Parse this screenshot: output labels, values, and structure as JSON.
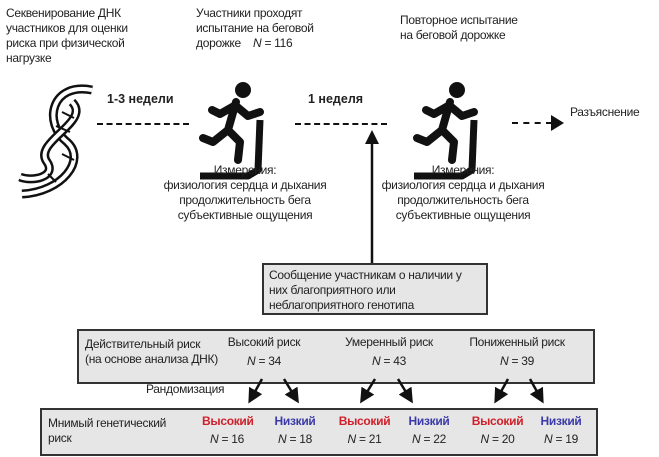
{
  "step1": {
    "lines": [
      "Секвенирование ДНК",
      "участников для оценки",
      "риска при физической",
      "нагрузке"
    ]
  },
  "step2": {
    "lines": [
      "Участники проходят",
      "испытание на беговой",
      "дорожке"
    ],
    "n_label": "N",
    "n_value": "= 116"
  },
  "step3": {
    "lines": [
      "Повторное испытание",
      "на беговой дорожке"
    ]
  },
  "interval1": "1-3 недели",
  "interval2": "1 неделя",
  "outcome": "Разъяснение",
  "measurements": {
    "title": "Измерения:",
    "items": [
      "физиология сердца и дыхания",
      "продолжительность бега",
      "субъективные ощущения"
    ]
  },
  "message": {
    "lines": [
      "Сообщение участникам о наличии у",
      "них благоприятного или",
      "неблагоприятного генотипа"
    ]
  },
  "actual_risk": {
    "label": [
      "Действительный риск",
      "(на основе анализа ДНК)"
    ],
    "groups": [
      {
        "name": "Высокий риск",
        "n": "= 34"
      },
      {
        "name": "Умеренный риск",
        "n": "= 43"
      },
      {
        "name": "Пониженный риск",
        "n": "= 39"
      }
    ]
  },
  "randomization": "Рандомизация",
  "sham_risk": {
    "label": [
      "Мнимый генетический",
      "риск"
    ],
    "groups": [
      {
        "name": "Высокий",
        "n": "= 16",
        "color": "#d0202a"
      },
      {
        "name": "Низкий",
        "n": "= 18",
        "color": "#3a3aa8"
      },
      {
        "name": "Высокий",
        "n": "= 21",
        "color": "#d0202a"
      },
      {
        "name": "Низкий",
        "n": "= 22",
        "color": "#3a3aa8"
      },
      {
        "name": "Высокий",
        "n": "= 20",
        "color": "#d0202a"
      },
      {
        "name": "Низкий",
        "n": "= 19",
        "color": "#3a3aa8"
      }
    ]
  },
  "n_symbol": "N"
}
